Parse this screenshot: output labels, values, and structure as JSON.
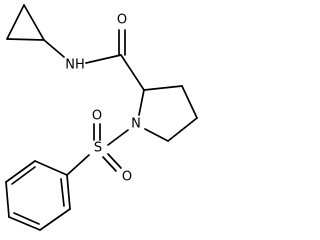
{
  "molecule": {
    "atoms": {
      "carbonyl_oxygen": "O",
      "amide_nitrogen": "NH",
      "ring_nitrogen": "N",
      "sulfur": "S",
      "sulfonyl_oxygen_upper": "O",
      "sulfonyl_oxygen_lower": "O"
    }
  }
}
